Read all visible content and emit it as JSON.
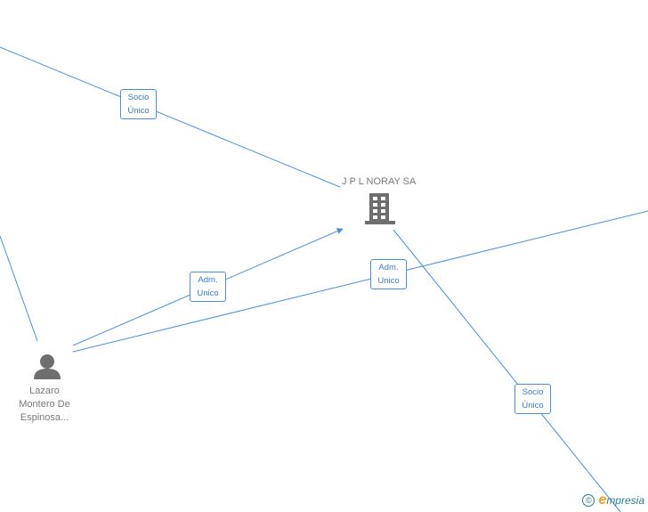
{
  "company": {
    "name": "J P L NORAY SA",
    "icon": "building-icon"
  },
  "person": {
    "name_lines": [
      "Lazaro",
      "Montero De",
      "Espinosa..."
    ],
    "icon": "person-icon"
  },
  "edge_labels": {
    "top": [
      "Socio",
      "Único"
    ],
    "adm_left": [
      "Adm.",
      "Unico"
    ],
    "adm_right": [
      "Adm.",
      "Unico"
    ],
    "bottom": [
      "Socio",
      "Único"
    ]
  },
  "footer": {
    "copyright": "©",
    "brand_initial": "e",
    "brand_rest": "mpresia"
  },
  "colors": {
    "edge": "#4a90d9",
    "label_text": "#3a7fc4",
    "node_icon": "#6e6e6e"
  }
}
